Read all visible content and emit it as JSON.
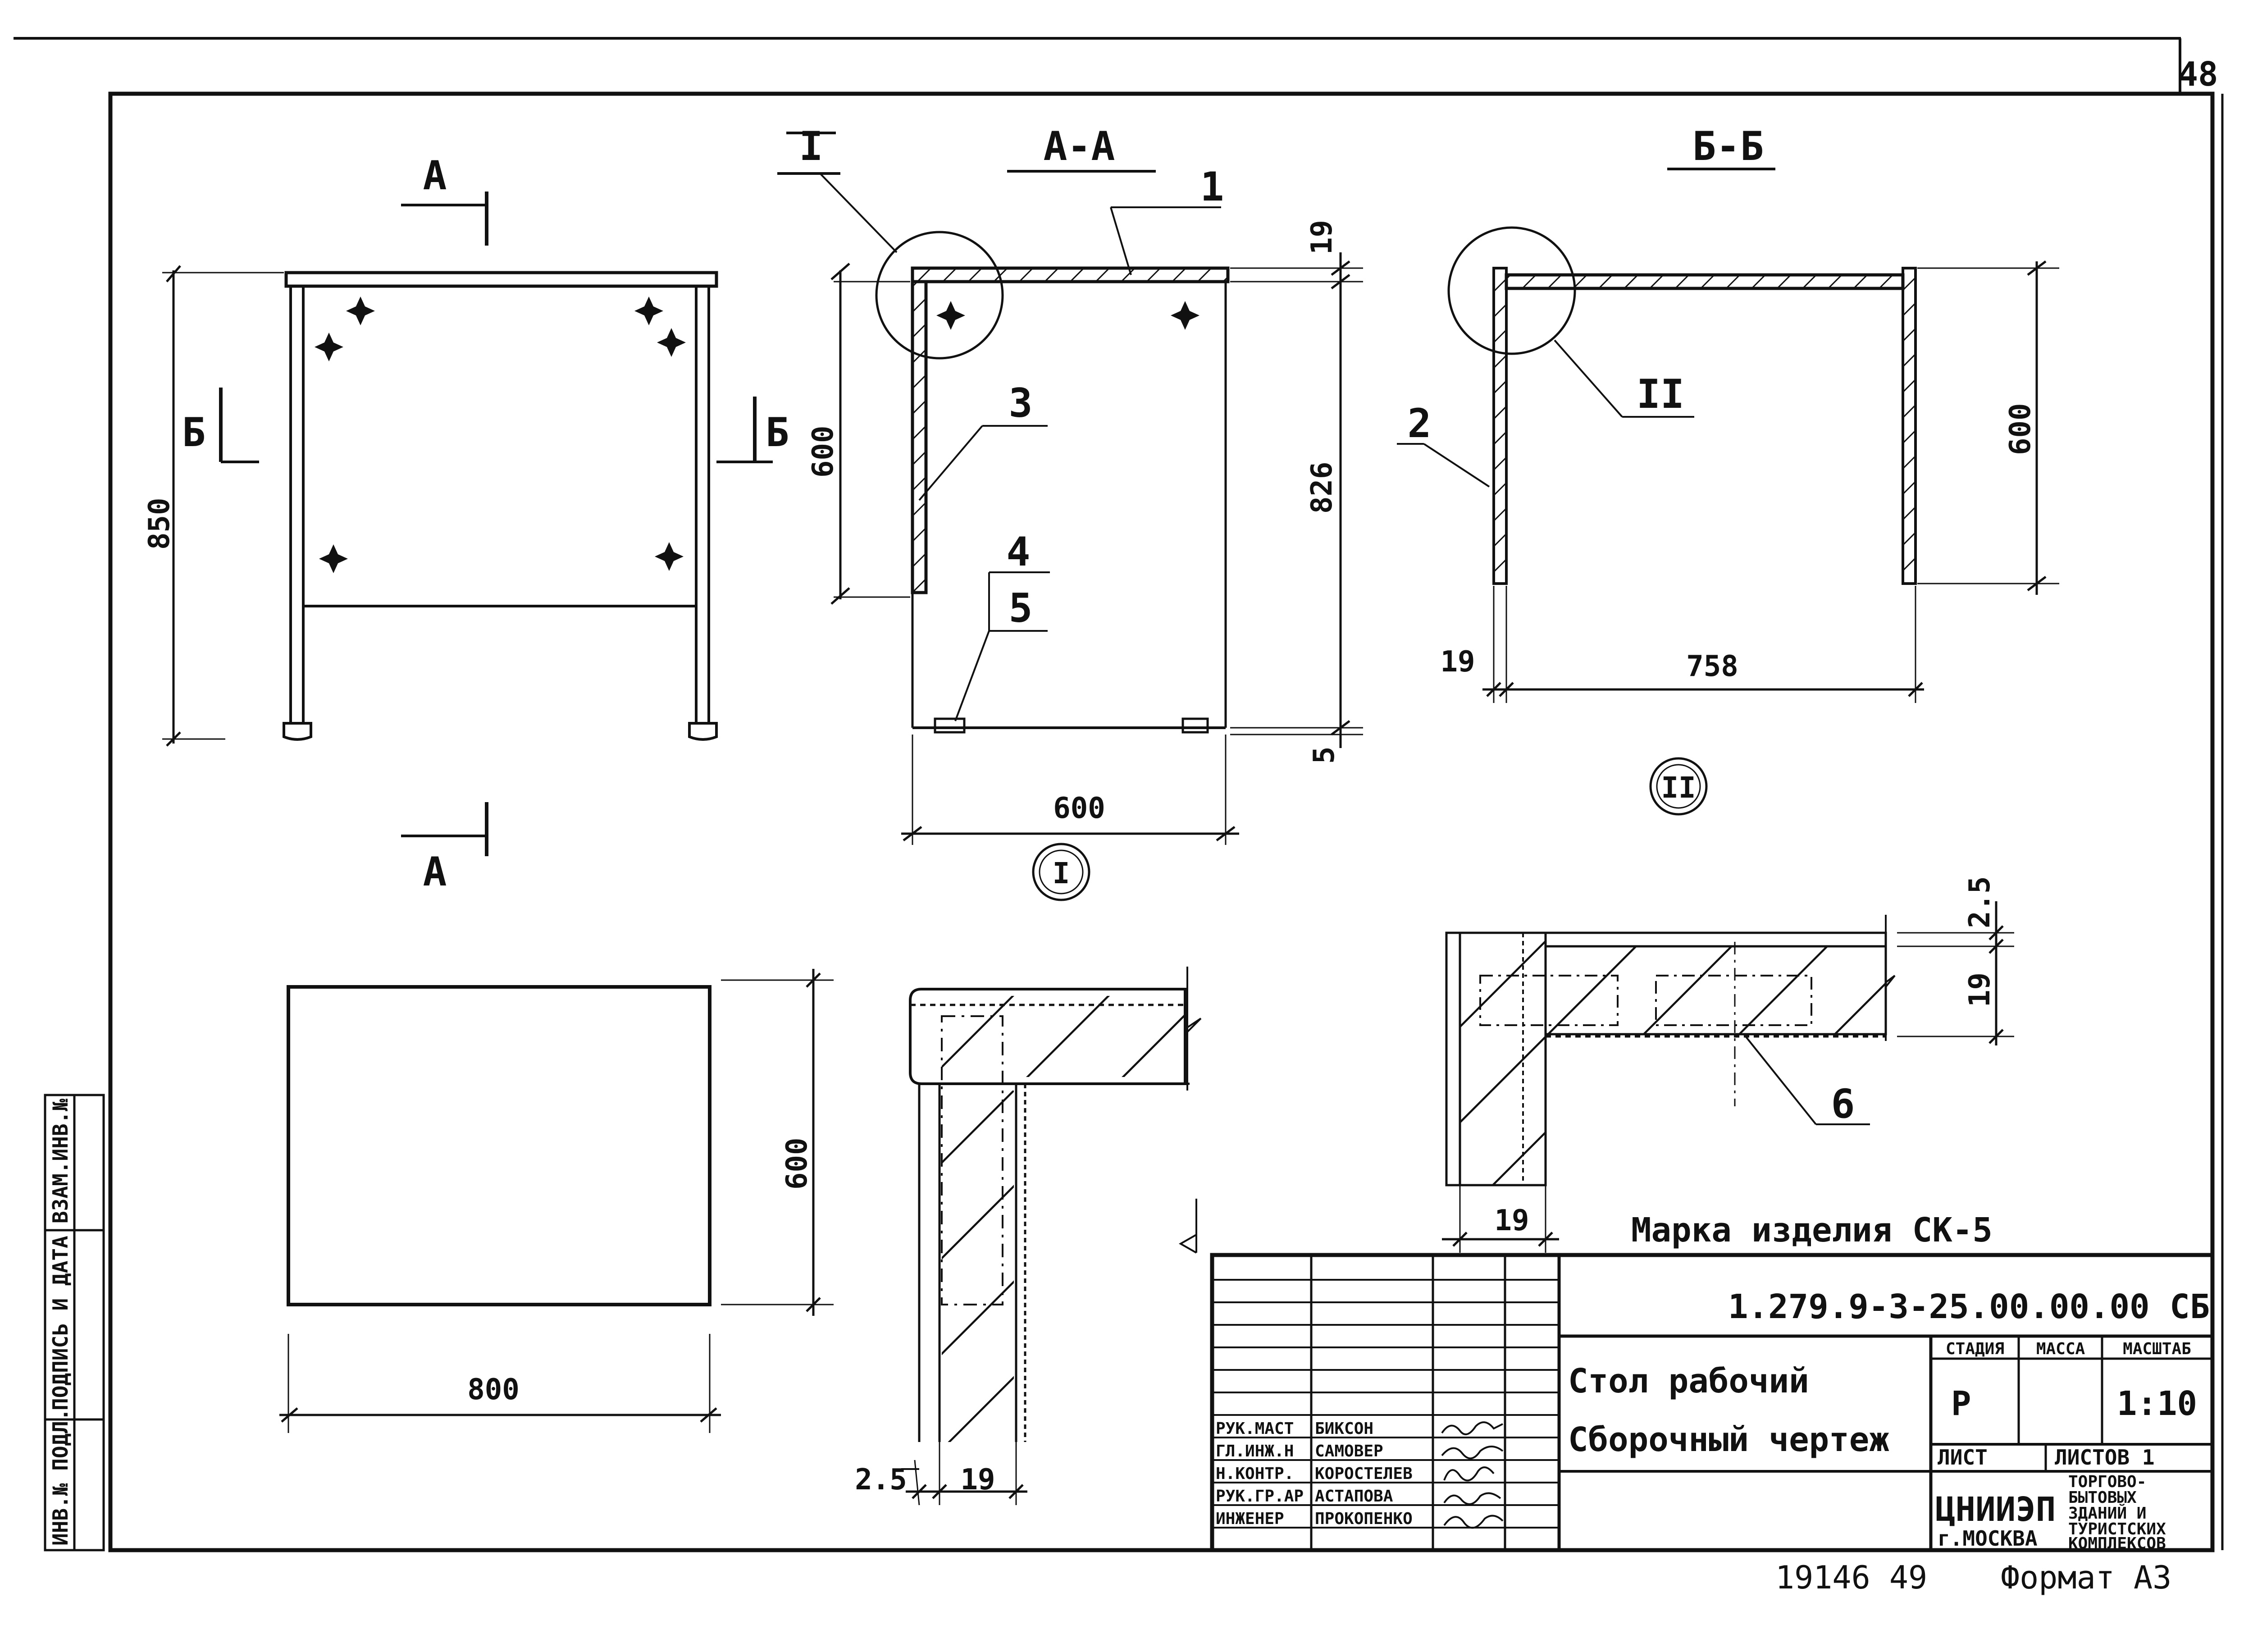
{
  "sheet": {
    "page_number": "48",
    "footer_code": "19146 49",
    "format": "Формат А3"
  },
  "views": {
    "section_aa": "А-А",
    "section_bb": "Б-Б",
    "callout_1": "I",
    "callout_2": "II",
    "cut_a": "А",
    "cut_b": "Б"
  },
  "positions": [
    "1",
    "2",
    "3",
    "4",
    "5",
    "6"
  ],
  "dimensions": {
    "front_height": "850",
    "aa_depth": "600",
    "aa_height_upper": "600",
    "aa_height": "826",
    "aa_top": "19",
    "aa_bottom": "5",
    "bb_width": "758",
    "bb_side": "19",
    "bb_height": "600",
    "plan_width": "800",
    "plan_depth": "600",
    "detail1_a": "2.5",
    "detail1_b": "19",
    "detail2_a": "2.5",
    "detail2_b": "19",
    "detail2_c": "19"
  },
  "product_mark": "Марка изделия СК-5",
  "title_block": {
    "designation": "1.279.9-3-25.00.00.00 СБ",
    "name_line1": "Стол рабочий",
    "name_line2": "Сборочный чертеж",
    "stage_header": "СТАДИЯ",
    "mass_header": "МАССА",
    "scale_header": "МАСШТАБ",
    "stage": "Р",
    "scale": "1:10",
    "sheet_label": "ЛИСТ",
    "sheets_label": "ЛИСТОВ 1",
    "org": "ЦНИИЭП",
    "city": "г.МОСКВА",
    "org_desc": [
      "ТОРГОВО-",
      "БЫТОВЫХ",
      "ЗДАНИЙ И",
      "ТУРИСТСКИХ",
      "КОМПЛЕКСОВ"
    ],
    "roles": [
      "РУК.МАСТ",
      "ГЛ.ИНЖ.Н",
      "Н.КОНТР.",
      "РУК.ГР.АР",
      "ИНЖЕНЕР"
    ],
    "names": [
      "БИКСОН",
      "САМОВЕР",
      "КОРОСТЕЛЕВ",
      "АСТАПОВА",
      "ПРОКОПЕНКО"
    ]
  },
  "side_stamp": [
    "ИНВ.№ ПОДЛ.",
    "ПОДПИСЬ И ДАТА",
    "ВЗАМ.ИНВ.№"
  ]
}
